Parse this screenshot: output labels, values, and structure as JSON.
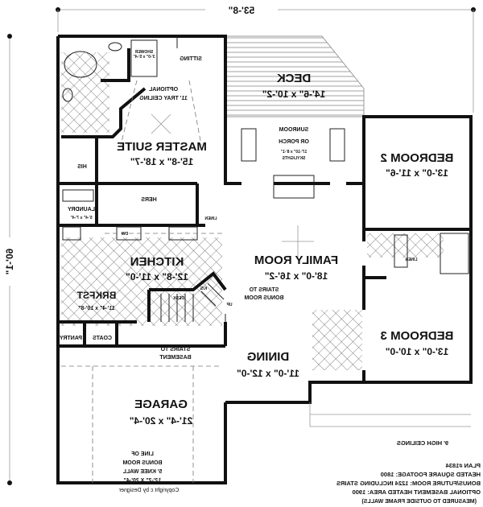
{
  "dimensions": {
    "width": "53'-8\"",
    "depth": "60'-1\""
  },
  "rooms": {
    "sitting": "SITTING",
    "shower": "SHOWER",
    "shower_size": "3'-0\" x 5'-4\"",
    "tray1": "OPTIONAL",
    "tray2": "11' TRAY CEILING",
    "master": "MASTER SUITE",
    "master_size": "15'-8\" x 18'-7\"",
    "his": "HIS",
    "hers": "HERS",
    "laundry": "LAUNDRY",
    "laundry_size": "5'-4\" x 7'-4\"",
    "linen": "LINEN",
    "deck": "DECK",
    "deck_size": "14'-6\" x 10'-2\"",
    "sunroom1": "SUNROOM",
    "sunroom2": "OR PORCH",
    "sunroom_size": "17'-10\" x 8'-1\"",
    "skylights": "SKYLIGHTS",
    "bedroom2": "BEDROOM 2",
    "bedroom2_size": "13'-0\" x 11'-6\"",
    "kitchen": "KITCHEN",
    "kitchen_size": "12'-8\" x 11'-0\"",
    "dw": "DW",
    "family": "FAMILY ROOM",
    "family_size": "18'-0\" x 16'-2\"",
    "stairs_bonus1": "STAIRS TO",
    "stairs_bonus2": "BONUS ROOM",
    "brkfst": "BRKFST",
    "brkfst_size": "11'-4\" x 10'-8\"",
    "desk": "DESK",
    "ks": "K/S",
    "up": "UP",
    "pantry": "PANTRY",
    "coats": "COATS",
    "stairs_base1": "STAIRS TO",
    "stairs_base2": "BASEMENT",
    "linen2": "LINEN",
    "bedroom3": "BEDROOM 3",
    "bedroom3_size": "13'-0\" x 10'-0\"",
    "dining": "DINING",
    "dining_size": "11'-0\" x 12'-0\"",
    "garage": "GARAGE",
    "garage_size": "21'-4\" x 20'-4\"",
    "knee": [
      "LINE OF",
      "BONUS ROOM",
      "5' KNEE WALL",
      "12'-2\" X 20'-4\""
    ],
    "copyright": "Copyright  c  by Designer"
  },
  "notes": {
    "ceilings": "9' HIGH CEILINGS",
    "plan": [
      "PLAN #1834",
      "HEATED SQUARE FOOTAGE: 1800",
      "BONUS/FUTURE ROOM: 1224 INCLUDING STAIRS",
      "OPTIONAL BASEMENT HEATED AREA: 1900",
      "(MEASURED TO OUTSIDE FRAME WALLS)"
    ]
  }
}
